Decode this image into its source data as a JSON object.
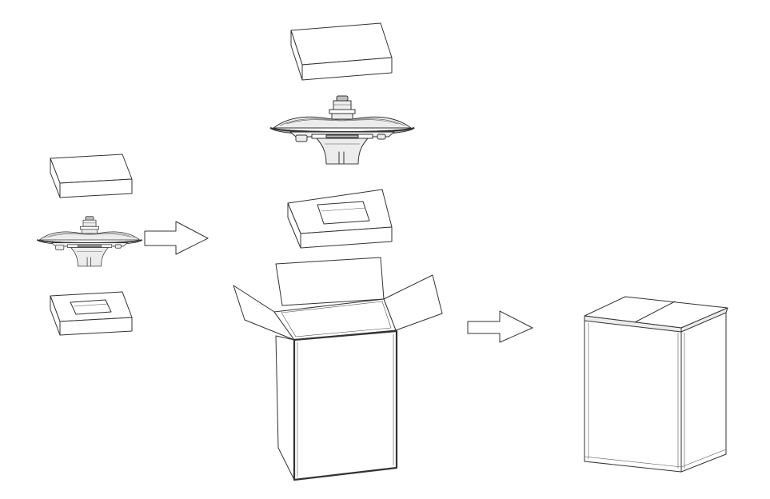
{
  "diagram": {
    "kind": "packaging-steps",
    "background": "#ffffff",
    "line_color": "#333333",
    "step_count": 3,
    "steps": [
      {
        "id": "step-1",
        "items": [
          "top-foam-cap",
          "street-light-luminaire",
          "bottom-foam-tray"
        ]
      },
      {
        "id": "step-2",
        "items": [
          "top-foam-cap",
          "street-light-luminaire",
          "bottom-foam-tray",
          "open-carton"
        ]
      },
      {
        "id": "step-3",
        "items": [
          "sealed-carton"
        ]
      }
    ],
    "arrows": [
      "arrow-step1-to-step2",
      "arrow-step2-to-step3"
    ]
  }
}
